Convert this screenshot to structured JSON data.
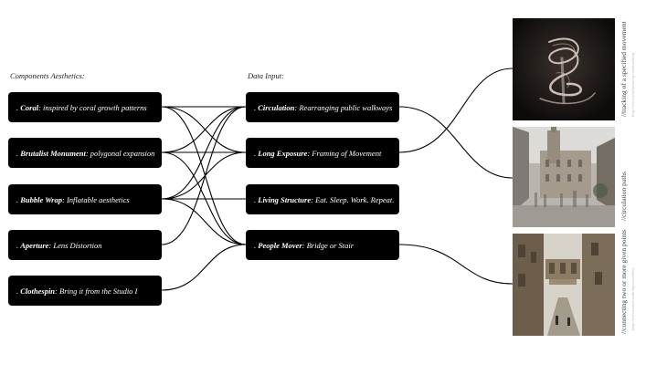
{
  "left_heading": "Components Aesthetics:",
  "right_heading": "Data Input:",
  "components": [
    {
      "bullet": ".",
      "name": "Coral",
      "desc": ": inspired by coral growth patterns"
    },
    {
      "bullet": ".",
      "name": "Brutalist Monument",
      "desc": ": polygonal expansion"
    },
    {
      "bullet": ".",
      "name": "Bubble Wrap",
      "desc": ": Inflatable aesthetics"
    },
    {
      "bullet": ".",
      "name": "Aperture",
      "desc": ": Lens Distortion"
    },
    {
      "bullet": ".",
      "name": "Clothespin",
      "desc": ": Bring it from the Studio I"
    }
  ],
  "inputs": [
    {
      "bullet": ".",
      "name": "Circulation",
      "desc": ": Rearranging public walkways"
    },
    {
      "bullet": ".",
      "name": "Long Exposure",
      "desc": ": Framing of Movement"
    },
    {
      "bullet": ".",
      "name": "Living Structure",
      "desc": ": Eat. Sleep. Work. Repeat."
    },
    {
      "bullet": ".",
      "name": "People Mover",
      "desc": ": Bridge or Stair"
    }
  ],
  "photos": [
    {
      "label": "//tracking of a specified movement",
      "sublabel": "http://www.pixelpainting.com/tracking"
    },
    {
      "label": "//circulation paths",
      "sublabel": ""
    },
    {
      "label": "//connecting two or more given points",
      "sublabel": "http://www.barcelonabridges.com/bcn"
    }
  ]
}
